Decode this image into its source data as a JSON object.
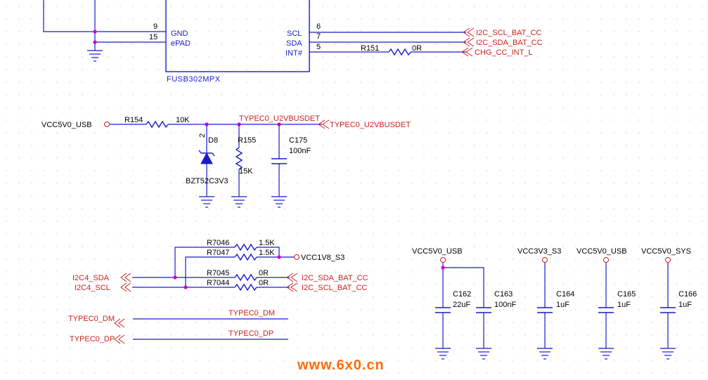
{
  "ic": {
    "name": "FUSB302MPX",
    "left_pins": [
      {
        "num": "9",
        "name": "GND"
      },
      {
        "num": "15",
        "name": "ePAD"
      }
    ],
    "right_pins": [
      {
        "num": "6",
        "name": "SCL"
      },
      {
        "num": "7",
        "name": "SDA"
      },
      {
        "num": "5",
        "name": "INT#"
      }
    ]
  },
  "top_nets": {
    "scl": "I2C_SCL_BAT_CC",
    "sda": "I2C_SDA_BAT_CC",
    "int": "CHG_CC_INT_L",
    "r151": {
      "ref": "R151",
      "value": "0R"
    }
  },
  "vbus": {
    "source": "VCC5V0_USB",
    "r154": {
      "ref": "R154",
      "value": "10K"
    },
    "net": "TYPEC0_U2VBUSDET",
    "port": "TYPEC0_U2VBUSDET",
    "d8": {
      "ref": "D8",
      "part": "BZT52C3V3",
      "pin": "2"
    },
    "r155": {
      "ref": "R155",
      "value": "15K"
    },
    "c175": {
      "ref": "C175",
      "value": "100nF"
    }
  },
  "i2c": {
    "r7046": {
      "ref": "R7046",
      "value": "1.5K"
    },
    "r7047": {
      "ref": "R7047",
      "value": "1.5K"
    },
    "r7045": {
      "ref": "R7045",
      "value": "0R"
    },
    "r7044": {
      "ref": "R7044",
      "value": "0R"
    },
    "pullup": "VCC1V8_S3",
    "in_sda": "I2C4_SDA",
    "in_scl": "I2C4_SCL",
    "out_sda": "I2C_SDA_BAT_CC",
    "out_scl": "I2C_SCL_BAT_CC"
  },
  "typec": {
    "dm_in": "TYPEC0_DM",
    "dm_out": "TYPEC0_DM",
    "dp_in": "TYPEC0_DP",
    "dp_out": "TYPEC0_DP"
  },
  "caps": {
    "rail1": "VCC5V0_USB",
    "c162": {
      "ref": "C162",
      "value": "22uF"
    },
    "c163": {
      "ref": "C163",
      "value": "100nF"
    },
    "rail2": "VCC3V3_S3",
    "c164": {
      "ref": "C164",
      "value": "1uF"
    },
    "rail3": "VCC5V0_USB",
    "c165": {
      "ref": "C165",
      "value": "1uF"
    },
    "rail4": "VCC5V0_SYS",
    "c166": {
      "ref": "C166",
      "value": "1uF"
    }
  },
  "watermark": "www.6x0.cn"
}
